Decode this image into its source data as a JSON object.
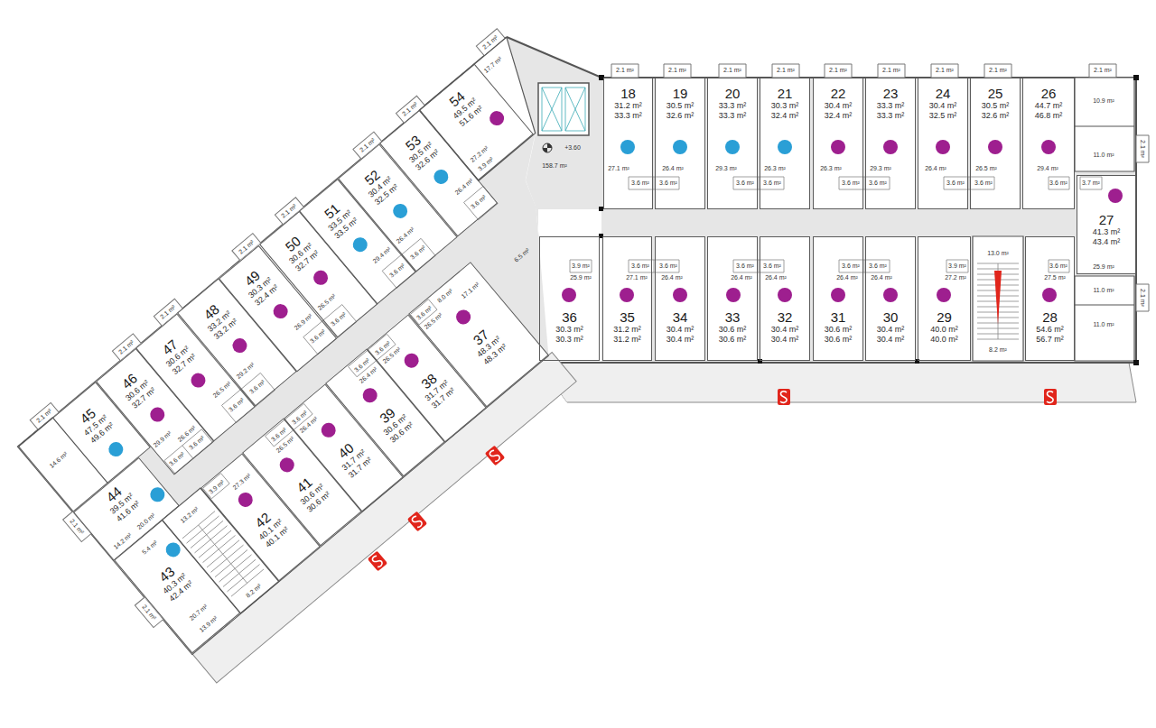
{
  "diagram": {
    "nodes": [
      {
        "text": [
          "18",
          "31.2 m²",
          "33.3 m²"
        ]
      },
      {
        "text": [
          "19",
          "30.5 m²",
          "32.6 m²"
        ]
      },
      {
        "text": [
          "20",
          "33.3 m²",
          "33.3 m²"
        ]
      },
      {
        "text": [
          "21",
          "30.3 m²",
          "32.4 m²"
        ]
      },
      {
        "text": [
          "22",
          "30.4 m²",
          "32.4 m²"
        ]
      },
      {
        "text": [
          "23",
          "33.3 m²",
          "33.3 m²"
        ]
      },
      {
        "text": [
          "24",
          "30.4 m²",
          "32.5 m²"
        ]
      },
      {
        "text": [
          "25",
          "30.5 m²",
          "32.6 m²"
        ]
      },
      {
        "text": [
          "26",
          "44.7 m²",
          "46.8 m²"
        ]
      },
      {
        "text": [
          "27",
          "41.3 m²",
          "43.4 m²"
        ]
      },
      {
        "text": [
          "28",
          "54.6 m²",
          "56.7 m²"
        ]
      },
      {
        "text": [
          "29",
          "40.0 m²",
          "40.0 m²"
        ]
      },
      {
        "text": [
          "30",
          "30.4 m²",
          "30.4 m²"
        ]
      },
      {
        "text": [
          "31",
          "30.6 m²",
          "30.6 m²"
        ]
      },
      {
        "text": [
          "32",
          "30.4 m²",
          "30.4 m²"
        ]
      },
      {
        "text": [
          "33",
          "30.6 m²",
          "30.6 m²"
        ]
      },
      {
        "text": [
          "34",
          "30.4 m²",
          "30.4 m²"
        ]
      },
      {
        "text": [
          "35",
          "31.2 m²",
          "31.2 m²"
        ]
      },
      {
        "text": [
          "36",
          "30.3 m²",
          "30.3 m²"
        ]
      },
      {
        "text": [
          "37",
          "48.3 m²",
          "48.3 m²"
        ]
      },
      {
        "text": [
          "38",
          "31.7 m²",
          "31.7 m²"
        ]
      },
      {
        "text": [
          "39",
          "30.6 m²",
          "30.6 m²"
        ]
      },
      {
        "text": [
          "40",
          "31.7 m²",
          "31.7 m²"
        ]
      },
      {
        "text": [
          "41",
          "30.6 m²",
          "30.6 m²"
        ]
      },
      {
        "text": [
          "42",
          "40.1 m²",
          "40.1 m²"
        ]
      },
      {
        "text": [
          "43",
          "40.3 m²",
          "42.4 m²"
        ]
      },
      {
        "text": [
          "44",
          "39.5 m²",
          "41.6 m²"
        ]
      },
      {
        "text": [
          "45",
          "47.5 m²",
          "49.6 m²"
        ]
      },
      {
        "text": [
          "46",
          "30.6 m²",
          "32.7 m²"
        ]
      },
      {
        "text": [
          "47",
          "30.6 m²",
          "32.7 m²"
        ]
      },
      {
        "text": [
          "48",
          "33.2 m²",
          "33.2 m²"
        ]
      },
      {
        "text": [
          "49",
          "30.3 m²",
          "32.4 m²"
        ]
      },
      {
        "text": [
          "50",
          "30.6 m²",
          "32.7 m²"
        ]
      },
      {
        "text": [
          "51",
          "33.5 m²",
          "33.5 m²"
        ]
      },
      {
        "text": [
          "52",
          "30.4 m²",
          "32.5 m²"
        ]
      },
      {
        "text": [
          "53",
          "30.5 m²",
          "32.6 m²"
        ]
      },
      {
        "text": [
          "54",
          "49.5 m²",
          "51.6 m²"
        ]
      }
    ],
    "labels": [
      "2.1 m²",
      "2.1 m²",
      "2.1 m²",
      "2.1 m²",
      "2.1 m²",
      "2.1 m²",
      "2.1 m²",
      "2.1 m²",
      "2.1 m²",
      "2.1 m²",
      "2.1 m²",
      "2.1 m²",
      "2.1 m²",
      "2.1 m²",
      "2.1 m²",
      "2.1 m²",
      "2.1 m²",
      "2.1 m²",
      "2.1 m²",
      "2.1 m²",
      "2.1 m²",
      "27.1 m²",
      "26.4 m²",
      "29.3 m²",
      "26.3 m²",
      "26.3 m²",
      "29.3 m²",
      "26.4 m²",
      "26.5 m²",
      "29.4 m²",
      "11.0 m²",
      "10.9 m²",
      "3.6 m²",
      "3.6 m²",
      "3.6 m²",
      "3.6 m²",
      "3.6 m²",
      "3.6 m²",
      "3.6 m²",
      "3.6 m²",
      "3.6 m²",
      "3.7 m²",
      "3.9 m²",
      "3.6 m²",
      "3.6 m²",
      "3.6 m²",
      "3.6 m²",
      "3.6 m²",
      "3.6 m²",
      "3.9 m²",
      "3.6 m²",
      "25.9 m²",
      "27.1 m²",
      "26.4 m²",
      "26.4 m²",
      "26.4 m²",
      "26.4 m²",
      "26.4 m²",
      "27.2 m²",
      "27.5 m²",
      "25.9 m²",
      "11.0 m²",
      "11.0 m²",
      "13.0 m²",
      "8.2 m²",
      "+3.60",
      "158.7 m²",
      "6.5 m²",
      "14.6 m²",
      "29.9 m²",
      "26.6 m²",
      "3.6 m²",
      "3.6 m²",
      "26.5 m²",
      "29.2 m²",
      "3.6 m²",
      "3.6 m²",
      "26.9 m²",
      "26.5 m²",
      "3.6 m²",
      "3.6 m²",
      "29.4 m²",
      "26.4 m²",
      "3.6 m²",
      "3.6 m²",
      "26.4 m²",
      "3.6 m²",
      "27.2 m²",
      "3.9 m²",
      "17.7 m²",
      "14.2 m²",
      "20.0 m²",
      "5.4 m²",
      "20.7 m²",
      "13.9 m²",
      "13.2 m²",
      "8.2 m²",
      "3.9 m²",
      "27.3 m²",
      "3.6 m²",
      "3.6 m²",
      "26.5 m²",
      "26.4 m²",
      "3.6 m²",
      "3.6 m²",
      "26.4 m²",
      "26.5 m²",
      "3.6 m²",
      "8.0 m²",
      "26.5 m²",
      "17.1 m²"
    ]
  }
}
